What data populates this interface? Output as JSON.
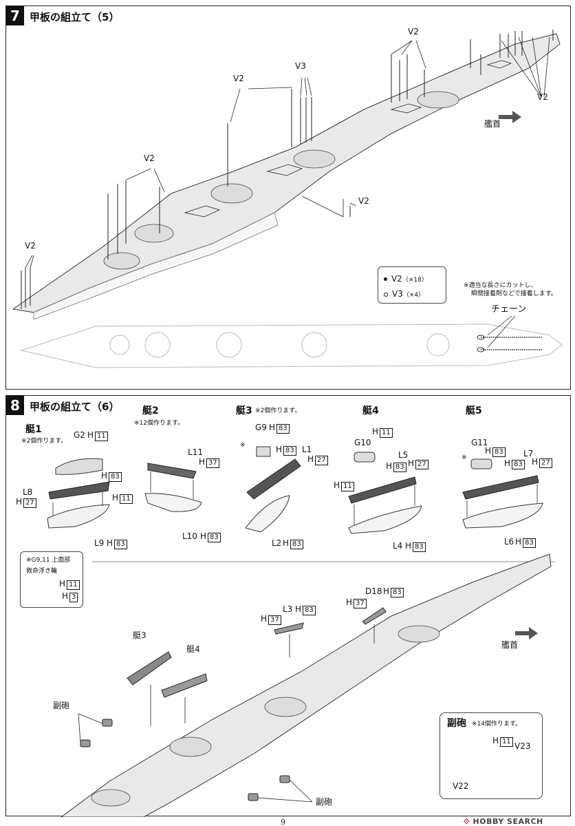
{
  "step7": {
    "number": "7",
    "title": "甲板の組立て（5）",
    "labels": {
      "v2": "V2",
      "v3": "V3"
    },
    "bow": "艦首",
    "legend": {
      "v2": "V2",
      "v2_count": "（×18）",
      "v3": "V3",
      "v3_count": "（×4）"
    },
    "note_line1": "※適当な長さにカットし、",
    "note_line2": "瞬間接着剤などで接着します。",
    "chain": "チェーン"
  },
  "step8": {
    "number": "8",
    "title": "甲板の組立て（6）",
    "boat1": {
      "title": "艇1",
      "note": "※2個作ります。",
      "g2": "G2",
      "h11": "H",
      "h11_box": "11",
      "h83": "H",
      "h83_box": "83",
      "l8": "L8",
      "h27": "H",
      "h27_box": "27",
      "h11b": "H",
      "h11b_box": "11",
      "l9": "L9",
      "h83b": "H",
      "h83b_box": "83"
    },
    "boat2": {
      "title": "艇2",
      "note": "※12個作ります。",
      "l11": "L11",
      "h37": "H",
      "h37_box": "37",
      "l10": "L10",
      "h83": "H",
      "h83_box": "83"
    },
    "boat3": {
      "title": "艇3",
      "note": "※2個作ります。",
      "g9": "G9",
      "h83": "H",
      "h83_box": "83",
      "ast": "※",
      "h83b": "H",
      "h83b_box": "83",
      "l1": "L1",
      "h27": "H",
      "h27_box": "27",
      "l2": "L2",
      "h83c": "H",
      "h83c_box": "83"
    },
    "boat4": {
      "title": "艇4",
      "h11": "H",
      "h11_box": "11",
      "g10": "G10",
      "l5": "L5",
      "h83": "H",
      "h83_box": "83",
      "h27": "H",
      "h27_box": "27",
      "h11b": "H",
      "h11b_box": "11",
      "l4": "L4",
      "h83b": "H",
      "h83b_box": "83"
    },
    "boat5": {
      "title": "艇5",
      "g11": "G11",
      "h83": "H",
      "h83_box": "83",
      "ast": "※",
      "h83b": "H",
      "h83b_box": "83",
      "l7": "L7",
      "h27": "H",
      "h27_box": "27",
      "l6": "L6",
      "h83c": "H",
      "h83c_box": "83"
    },
    "note": {
      "title": "※G9,11 上面部",
      "sub": "救命浮き輪",
      "h11": "H",
      "h11_box": "11",
      "h3": "H",
      "h3_box": "3"
    },
    "assembly": {
      "l3": "L3",
      "h37": "H",
      "h37_box": "37",
      "h83": "H",
      "h83_box": "83",
      "d18": "D18",
      "h37b": "H",
      "h37b_box": "37",
      "h83b": "H",
      "h83b_box": "83",
      "boat3": "艇3",
      "boat4": "艇4",
      "fukuhou": "副砲",
      "fukuhou2": "副砲",
      "bow": "艦首"
    },
    "fukuhou_box": {
      "title": "副砲",
      "note": "※14個作ります。",
      "h11": "H",
      "h11_box": "11",
      "v23": "V23",
      "v22": "V22"
    }
  },
  "page_number": "9",
  "watermark": {
    "prefix": "",
    "brand": "HOBBY SEARCH"
  }
}
